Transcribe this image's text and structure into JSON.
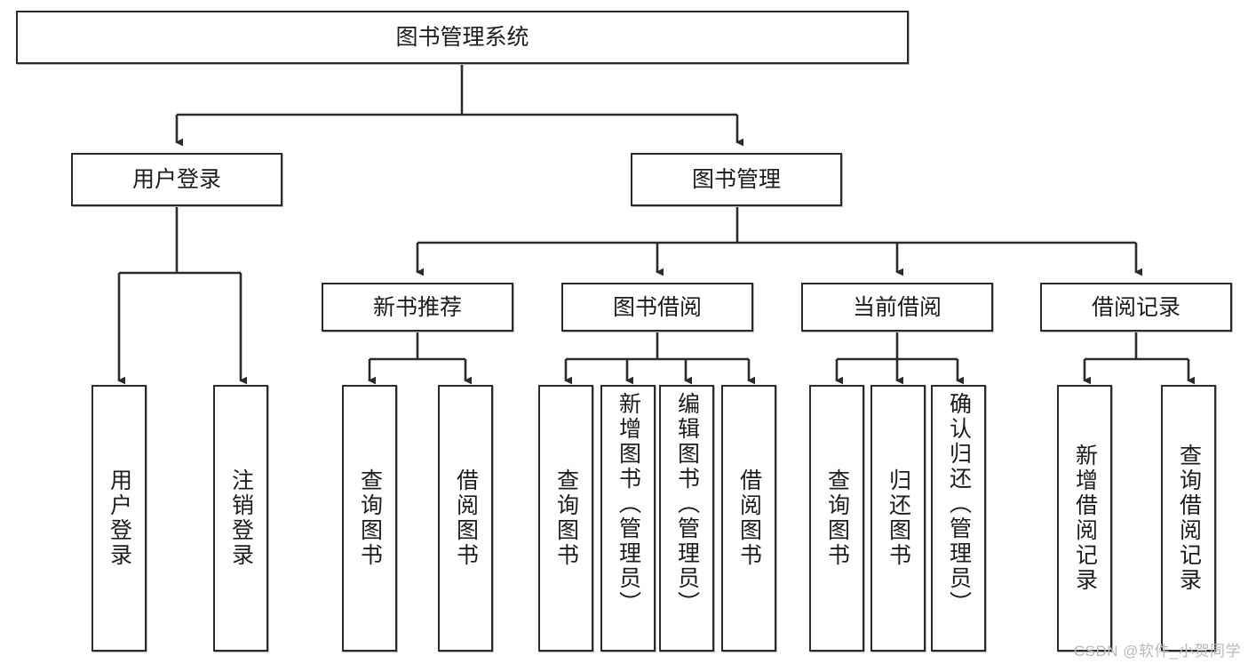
{
  "diagram": {
    "title": "图书管理系统",
    "root": {
      "id": "root",
      "label": "图书管理系统"
    },
    "level2": [
      {
        "id": "user-login",
        "label": "用户登录"
      },
      {
        "id": "book-management",
        "label": "图书管理"
      }
    ],
    "level3": [
      {
        "id": "new-book-recommend",
        "label": "新书推荐"
      },
      {
        "id": "book-borrow",
        "label": "图书借阅"
      },
      {
        "id": "current-borrow",
        "label": "当前借阅"
      },
      {
        "id": "borrow-record",
        "label": "借阅记录"
      }
    ],
    "leaves": {
      "user_login": [
        {
          "id": "leaf-user-login",
          "label": "用户登录"
        },
        {
          "id": "leaf-logout-login",
          "label": "注销登录"
        }
      ],
      "new_book_recommend": [
        {
          "id": "leaf-query-book-1",
          "label": "查询图书"
        },
        {
          "id": "leaf-borrow-book-1",
          "label": "借阅图书"
        }
      ],
      "book_borrow": [
        {
          "id": "leaf-query-book-2",
          "label": "查询图书"
        },
        {
          "id": "leaf-add-book-admin",
          "label": "新增图书（管理员）"
        },
        {
          "id": "leaf-edit-book-admin",
          "label": "编辑图书（管理员）"
        },
        {
          "id": "leaf-borrow-book-2",
          "label": "借阅图书"
        }
      ],
      "current_borrow": [
        {
          "id": "leaf-query-book-3",
          "label": "查询图书"
        },
        {
          "id": "leaf-return-book",
          "label": "归还图书"
        },
        {
          "id": "leaf-confirm-return-admin",
          "label": "确认归还（管理员）"
        }
      ],
      "borrow_record": [
        {
          "id": "leaf-add-borrow-record",
          "label": "新增借阅记录"
        },
        {
          "id": "leaf-query-borrow-record",
          "label": "查询借阅记录"
        }
      ]
    },
    "colors": {
      "border": "#2b2b2b",
      "background": "#ffffff",
      "text": "#1c1c1c",
      "connector": "#2b2b2b",
      "watermark": "#b9b9b9"
    }
  },
  "watermark": {
    "text": "CSDN @软件_小贺同学"
  }
}
